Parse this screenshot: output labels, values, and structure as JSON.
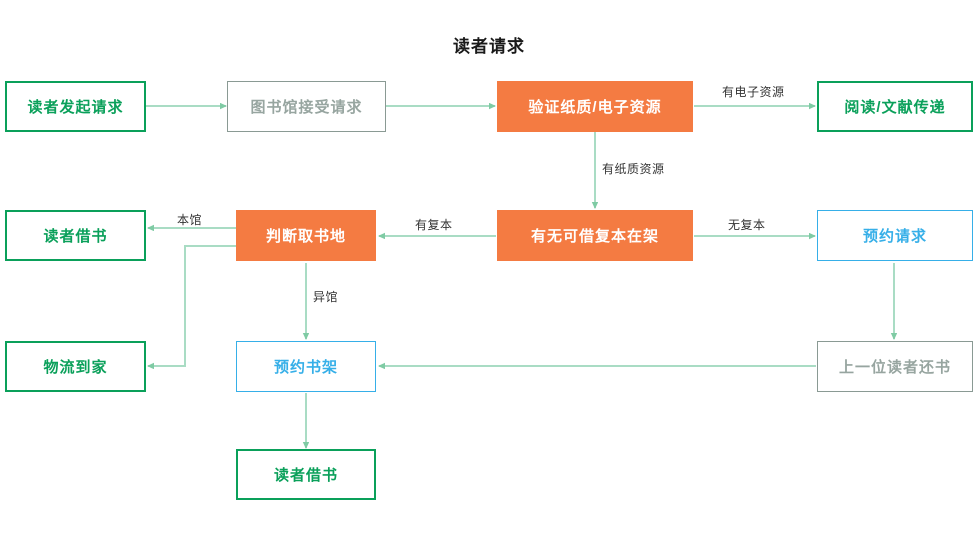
{
  "diagram": {
    "title": "读者请求",
    "palette": {
      "green": "#0aa05a",
      "orange": "#f47b42",
      "blue": "#36afe8",
      "gray": "#97a5a0",
      "connector": "#a9dcc4"
    },
    "nodes": [
      {
        "id": "n1",
        "label": "读者发起请求",
        "style": "green"
      },
      {
        "id": "n2",
        "label": "图书馆接受请求",
        "style": "gray"
      },
      {
        "id": "n3",
        "label": "验证纸质/电子资源",
        "style": "orange"
      },
      {
        "id": "n4",
        "label": "阅读/文献传递",
        "style": "green"
      },
      {
        "id": "n5",
        "label": "读者借书",
        "style": "green"
      },
      {
        "id": "n6",
        "label": "判断取书地",
        "style": "orange"
      },
      {
        "id": "n7",
        "label": "有无可借复本在架",
        "style": "orange"
      },
      {
        "id": "n8",
        "label": "预约请求",
        "style": "blue"
      },
      {
        "id": "n9",
        "label": "物流到家",
        "style": "green"
      },
      {
        "id": "n10",
        "label": "预约书架",
        "style": "blue"
      },
      {
        "id": "n11",
        "label": "上一位读者还书",
        "style": "gray"
      },
      {
        "id": "n12",
        "label": "读者借书",
        "style": "green"
      }
    ],
    "edge_labels": [
      {
        "id": "e1",
        "text": "有电子资源"
      },
      {
        "id": "e2",
        "text": "有纸质资源"
      },
      {
        "id": "e3",
        "text": "本馆"
      },
      {
        "id": "e4",
        "text": "有复本"
      },
      {
        "id": "e5",
        "text": "无复本"
      },
      {
        "id": "e6",
        "text": "异馆"
      }
    ],
    "edges": [
      {
        "from": "n1",
        "to": "n2",
        "label": ""
      },
      {
        "from": "n2",
        "to": "n3",
        "label": ""
      },
      {
        "from": "n3",
        "to": "n4",
        "label": "有电子资源"
      },
      {
        "from": "n3",
        "to": "n7",
        "label": "有纸质资源"
      },
      {
        "from": "n7",
        "to": "n6",
        "label": "有复本"
      },
      {
        "from": "n7",
        "to": "n8",
        "label": "无复本"
      },
      {
        "from": "n6",
        "to": "n5",
        "label": "本馆"
      },
      {
        "from": "n6",
        "to": "n9",
        "label": ""
      },
      {
        "from": "n6",
        "to": "n10",
        "label": "异馆"
      },
      {
        "from": "n8",
        "to": "n11",
        "label": ""
      },
      {
        "from": "n11",
        "to": "n10",
        "label": ""
      },
      {
        "from": "n10",
        "to": "n12",
        "label": ""
      }
    ]
  }
}
